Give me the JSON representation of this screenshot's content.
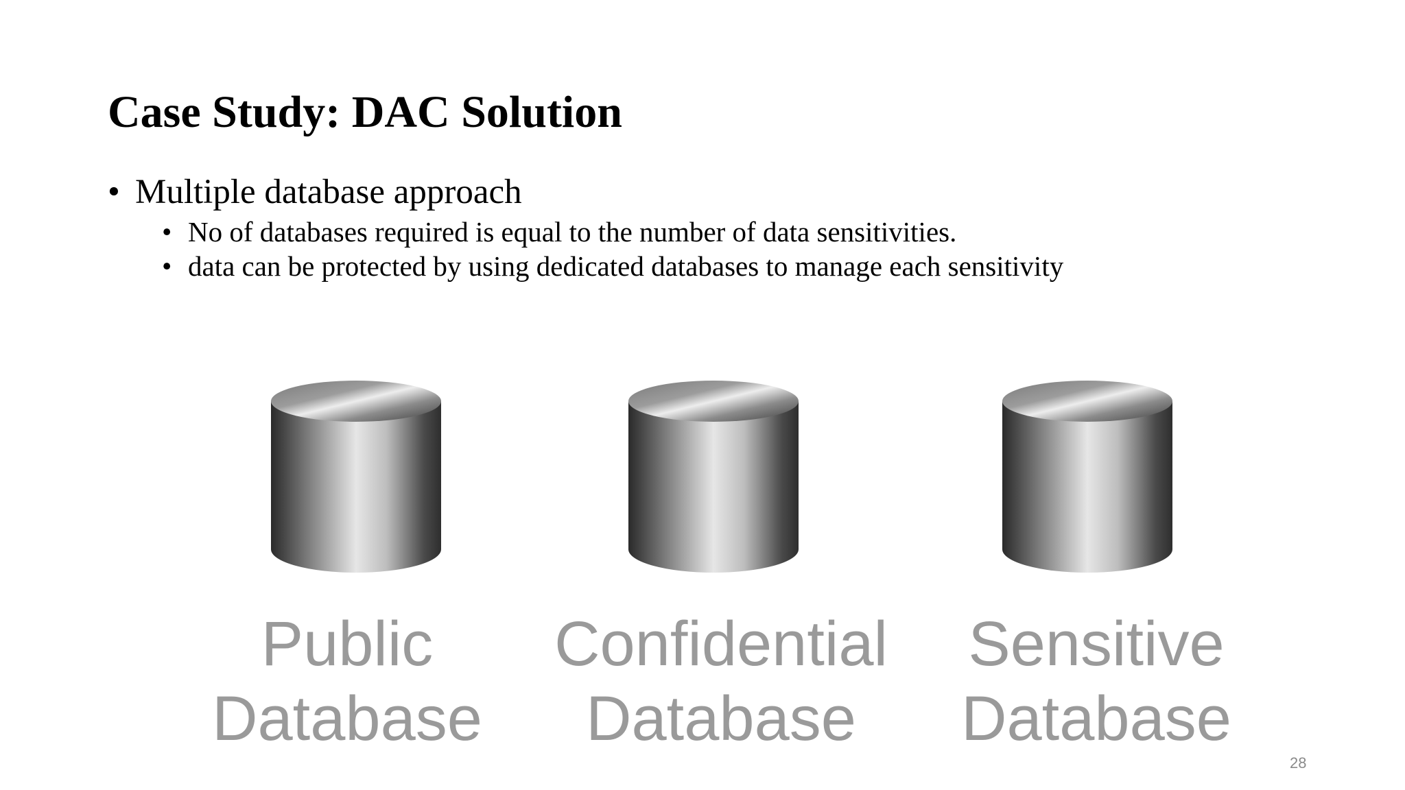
{
  "slide": {
    "title": "Case Study: DAC Solution",
    "bullet": "Multiple database approach",
    "sub_bullets": [
      "No of databases required is equal to the number of data sensitivities.",
      "data can be protected by using dedicated databases to manage each sensitivity"
    ],
    "bullet_glyph": "•",
    "databases": [
      {
        "line1": "Public",
        "line2": "Database",
        "icon": "database-cylinder-icon"
      },
      {
        "line1": "Confidential",
        "line2": "Database",
        "icon": "database-cylinder-icon"
      },
      {
        "line1": "Sensitive",
        "line2": "Database",
        "icon": "database-cylinder-icon"
      }
    ],
    "page_number": "28"
  },
  "colors": {
    "text": "#000000",
    "label": "#9a9a9a",
    "page_number": "#8a8a8a"
  }
}
